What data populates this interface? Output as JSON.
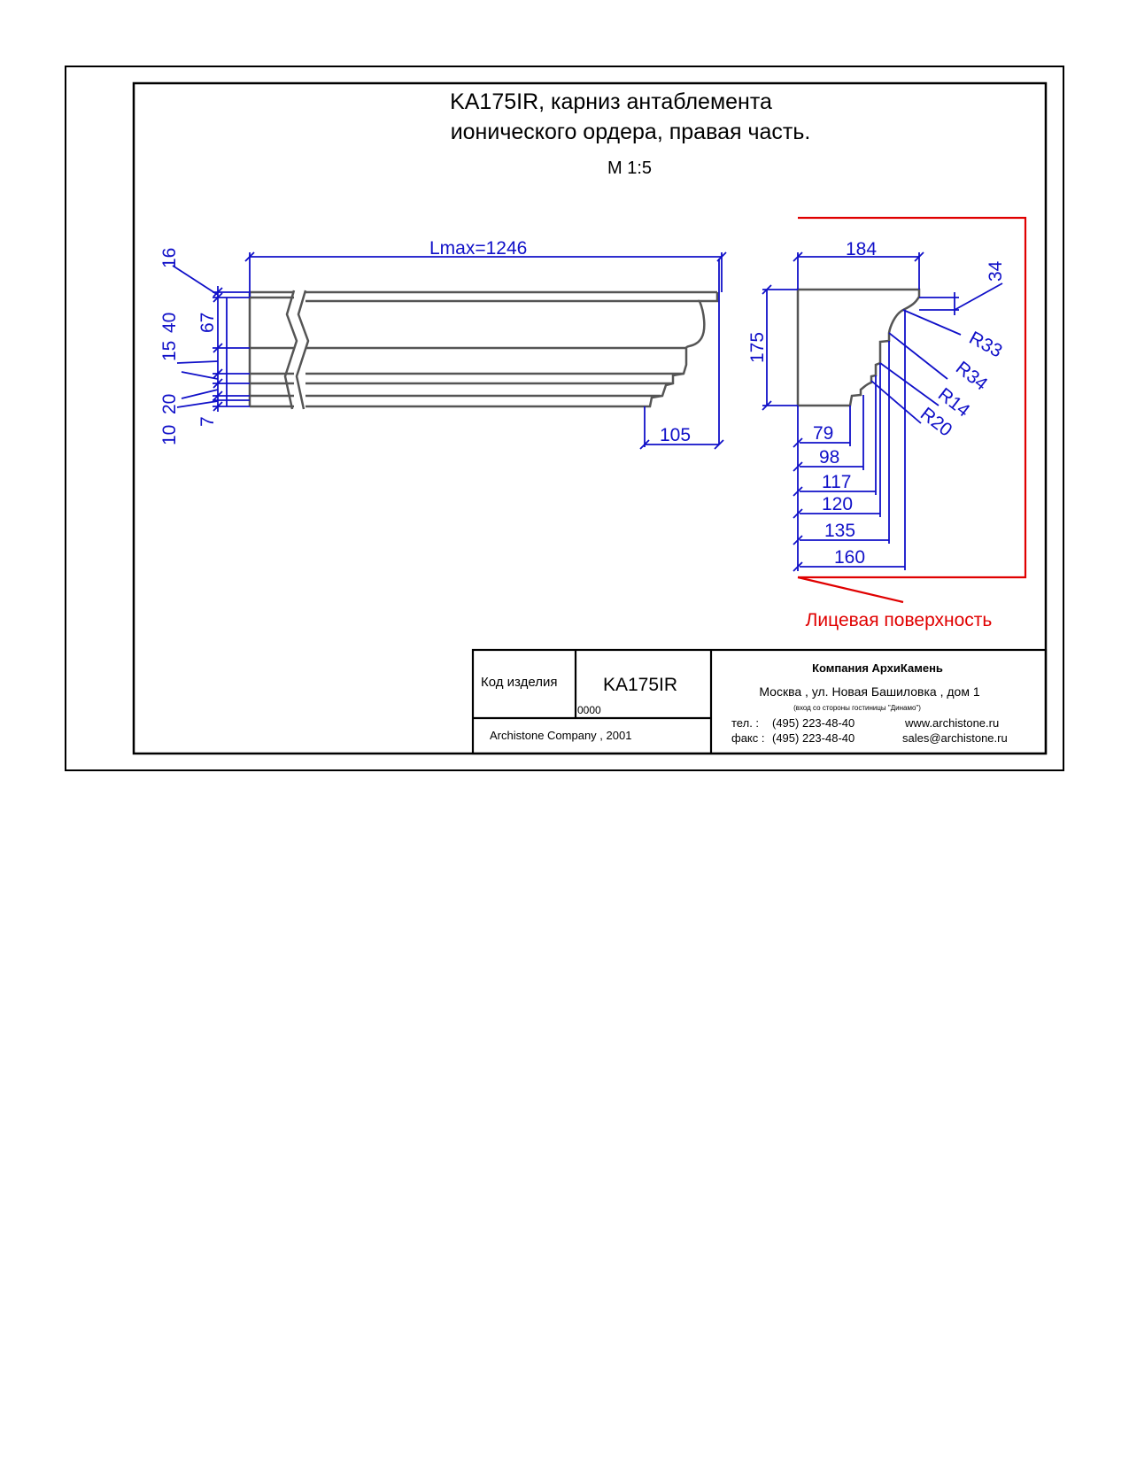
{
  "title": {
    "line1": "KA175IR, карниз антаблемента",
    "line2": "ионического ордера, правая часть.",
    "scale": "М 1:5"
  },
  "front_view": {
    "length_label": "Lmax=1246",
    "left_dims": [
      "16",
      "40",
      "67",
      "15",
      "20",
      "10",
      "7"
    ],
    "projection": "105"
  },
  "section_view": {
    "top_width": "184",
    "top_step": "34",
    "height": "175",
    "widths": [
      "79",
      "98",
      "117",
      "120",
      "135",
      "160"
    ],
    "radii": [
      "R33",
      "R34",
      "R14",
      "R20"
    ],
    "face_label": "Лицевая поверхность"
  },
  "title_block": {
    "code_label": "Код изделия",
    "code_value": "KA175IR",
    "number": "0000",
    "company_line": "Archistone  Company ,  2001",
    "company_name": "Компания  АрхиКамень",
    "address": "Москва , ул. Новая Башиловка , дом 1",
    "address_note": "(вход со стороны гостиницы \"Динамо\")",
    "tel_label": "тел.   :",
    "tel": "(495) 223-48-40",
    "fax_label": "факс :",
    "fax": "(495) 223-48-40",
    "website": "www.archistone.ru",
    "email": "sales@archistone.ru"
  },
  "colors": {
    "dimension": "#1010c8",
    "face_line": "#e00000",
    "outline": "#000000"
  }
}
